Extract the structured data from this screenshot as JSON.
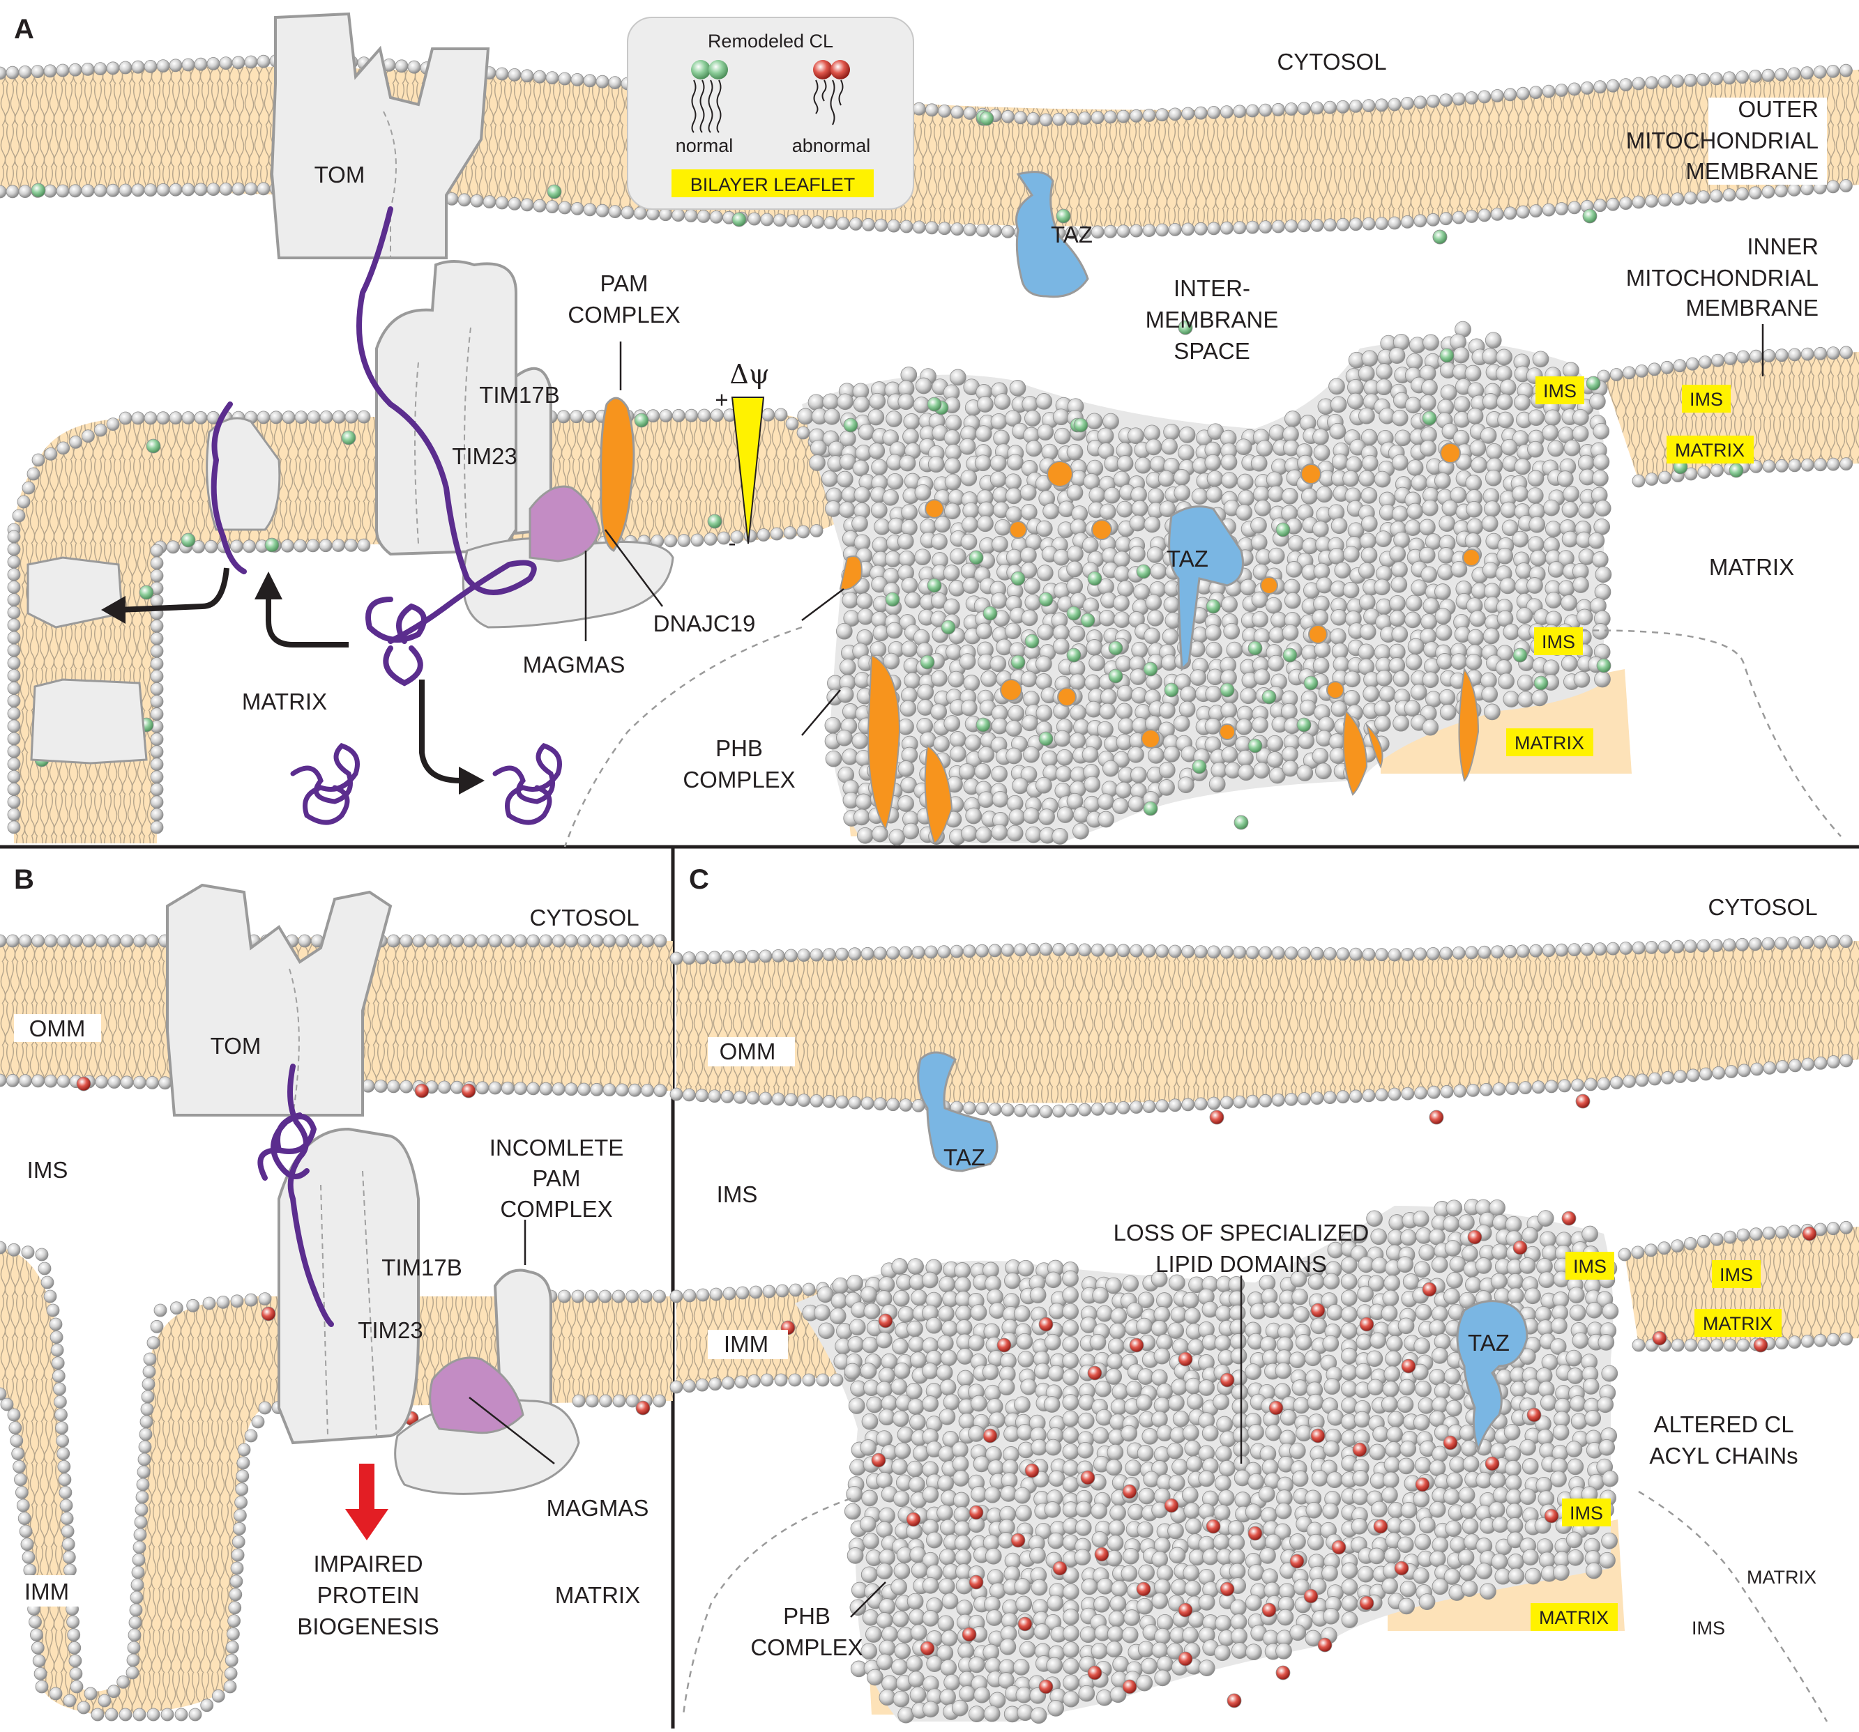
{
  "panels": {
    "a": {
      "panel_letter": "A",
      "legend": {
        "title": "Remodeled CL",
        "normal": "normal",
        "abnormal": "abnormal",
        "bilayer": "BILAYER LEAFLET"
      },
      "cytosol": "CYTOSOL",
      "omm": [
        "OUTER",
        "MITOCHONDRIAL",
        "MEMBRANE"
      ],
      "imm": [
        "INNER",
        "MITOCHONDRIAL",
        "MEMBRANE"
      ],
      "intermembrane": [
        "INTER-",
        "MEMBRANE",
        "SPACE"
      ],
      "tom": "TOM",
      "tim17b": "TIM17B",
      "tim23": "TIM23",
      "pam": [
        "PAM",
        "COMPLEX"
      ],
      "delta_psi": "Δψ",
      "plus": "+",
      "minus": "-",
      "taz_top": "TAZ",
      "taz_crista": "TAZ",
      "dnajc19": "DNAJC19",
      "magmas": "MAGMAS",
      "matrix_left": "MATRIX",
      "matrix_right": "MATRIX",
      "phb": [
        "PHB",
        "COMPLEX"
      ],
      "tags": {
        "ims1": "IMS",
        "ims2": "IMS",
        "matrix1": "MATRIX",
        "ims3": "IMS",
        "matrix2": "MATRIX"
      }
    },
    "b": {
      "panel_letter": "B",
      "cytosol": "CYTOSOL",
      "omm": "OMM",
      "tom": "TOM",
      "ims": "IMS",
      "incomplete_pam": [
        "INCOMLETE",
        "PAM",
        "COMPLEX"
      ],
      "tim17b": "TIM17B",
      "tim23": "TIM23",
      "magmas": "MAGMAS",
      "imm": "IMM",
      "impaired": [
        "IMPAIRED",
        "PROTEIN",
        "BIOGENESIS"
      ],
      "matrix": "MATRIX"
    },
    "c": {
      "panel_letter": "C",
      "cytosol": "CYTOSOL",
      "omm": "OMM",
      "taz": "TAZ",
      "ims": "IMS",
      "loss": [
        "LOSS OF SPECIALIZED",
        "LIPID DOMAINS"
      ],
      "imm": "IMM",
      "taz_crista": "TAZ",
      "altered": [
        "ALTERED CL",
        "ACYL CHAINs"
      ],
      "tags": {
        "ims1": "IMS",
        "ims2": "IMS",
        "matrix1": "MATRIX",
        "ims3": "IMS",
        "matrix2": "MATRIX"
      },
      "matrix_small": "MATRIX",
      "ims_small": "IMS",
      "phb": [
        "PHB",
        "COMPLEX"
      ]
    }
  },
  "colors": {
    "membrane_fill": "#fde2b8",
    "lipid_head": "#d4d4d4",
    "normal_cl": "#7fc28e",
    "abnormal_cl": "#d94a3f",
    "protein_fill": "#eeeeee",
    "protein_stroke": "#9a9a9a",
    "taz": "#7ab6e3",
    "magmas": "#c38cc4",
    "dnajc19": "#f7941d",
    "tag_yellow": "#fff200",
    "chain_purple": "#5b2d8e",
    "arrow_red": "#e31e24"
  }
}
